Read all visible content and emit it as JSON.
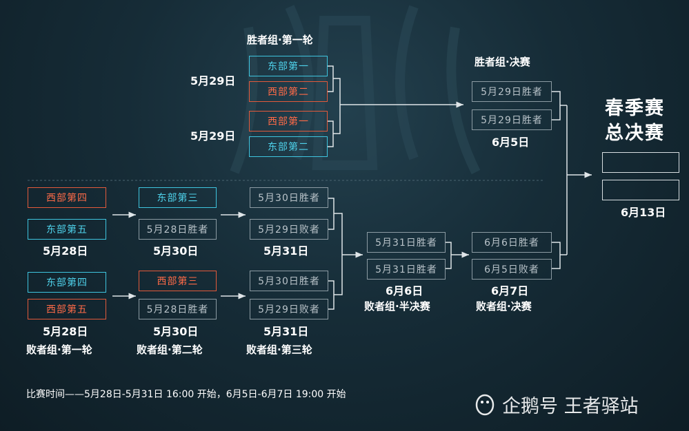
{
  "colors": {
    "cyan": "#3fc6e0",
    "red": "#e45a3b",
    "gray": "#8d9ca4"
  },
  "winners": {
    "r1": {
      "title": "胜者组·第一轮",
      "match1": {
        "date": "5月29日",
        "top": "东部第一",
        "bottom": "西部第二"
      },
      "match2": {
        "date": "5月29日",
        "top": "西部第一",
        "bottom": "东部第二"
      }
    },
    "final": {
      "title": "胜者组·决赛",
      "top": "5月29日胜者",
      "bottom": "5月29日胜者",
      "date": "6月5日"
    }
  },
  "grand_final": {
    "line1": "春季赛",
    "line2": "总决赛",
    "date": "6月13日"
  },
  "losers": {
    "r1": {
      "title": "败者组·第一轮",
      "match1": {
        "top": "西部第四",
        "bottom": "东部第五",
        "date": "5月28日"
      },
      "match2": {
        "top": "东部第四",
        "bottom": "西部第五",
        "date": "5月28日"
      }
    },
    "r2": {
      "title": "败者组·第二轮",
      "match1": {
        "top": "东部第三",
        "bottom": "5月28日胜者",
        "date": "5月30日"
      },
      "match2": {
        "top": "西部第三",
        "bottom": "5月28日胜者",
        "date": "5月30日"
      }
    },
    "r3": {
      "title": "败者组·第三轮",
      "match1": {
        "top": "5月30日胜者",
        "bottom": "5月29日败者",
        "date": "5月31日"
      },
      "match2": {
        "top": "5月30日胜者",
        "bottom": "5月29日败者",
        "date": "5月31日"
      }
    },
    "semi": {
      "title": "败者组·半决赛",
      "top": "5月31日胜者",
      "bottom": "5月31日胜者",
      "date": "6月6日"
    },
    "final": {
      "title": "败者组·决赛",
      "top": "6月6日胜者",
      "bottom": "6月5日败者",
      "date": "6月7日"
    }
  },
  "footer": "比赛时间——5月28日-5月31日 16:00 开始，6月5日-6月7日 19:00 开始",
  "watermark": "企鹅号 王者驿站"
}
